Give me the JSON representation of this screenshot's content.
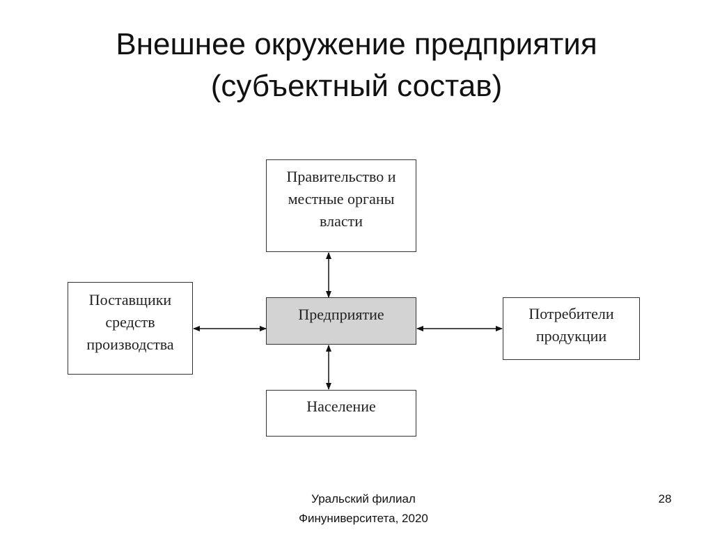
{
  "slide": {
    "title_line1": "Внешнее окружение предприятия",
    "title_line2": "(субъектный состав)"
  },
  "diagram": {
    "center": {
      "label": "Предприятие"
    },
    "top": {
      "lines": [
        "Правительство и",
        "местные органы",
        "власти"
      ]
    },
    "left": {
      "lines": [
        "Поставщики",
        "средств",
        "производства"
      ]
    },
    "right": {
      "lines": [
        "Потребители",
        "продукции"
      ]
    },
    "bottom": {
      "label": "Население"
    },
    "arrows": [
      "bidirectional",
      "bidirectional",
      "bidirectional",
      "bidirectional"
    ]
  },
  "footer": {
    "line1": "Уральский филиал",
    "line2": "Финуниверситета, 2020",
    "page_number": "28"
  }
}
